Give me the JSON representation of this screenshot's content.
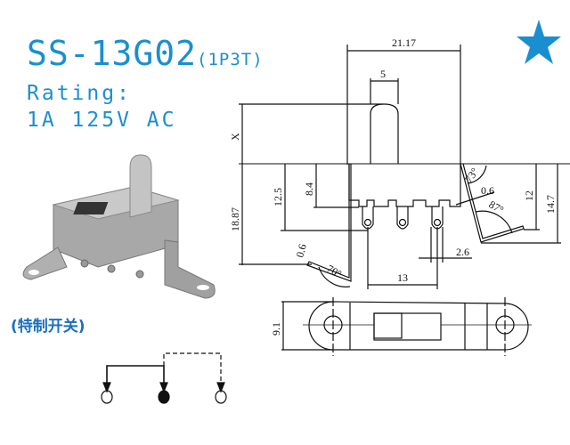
{
  "header": {
    "model": "SS-13G02",
    "poles": "(1P3T)",
    "rating_label": "Rating:",
    "rating_value": "1A  125V  AC",
    "note": "(特制开关)",
    "star_icon": "star-icon"
  },
  "colors": {
    "accent": "#1a8fcf",
    "note": "#1a6fbf"
  },
  "dimensions": {
    "width": "21.17",
    "actuator_width": "5",
    "actuator_height": "X",
    "total_height": "18.87",
    "terminal_height": "12.5",
    "body_height": "8.4",
    "bracket_thickness_left": "0.6",
    "left_angle": "70°",
    "pitch": "13",
    "terminal_width": "2.6",
    "right_angle_top": "73°",
    "bracket_thickness_right": "0.6",
    "right_angle_bottom": "87°",
    "right_height": "12",
    "right_total": "14.7",
    "bottom_width": "9.1"
  }
}
